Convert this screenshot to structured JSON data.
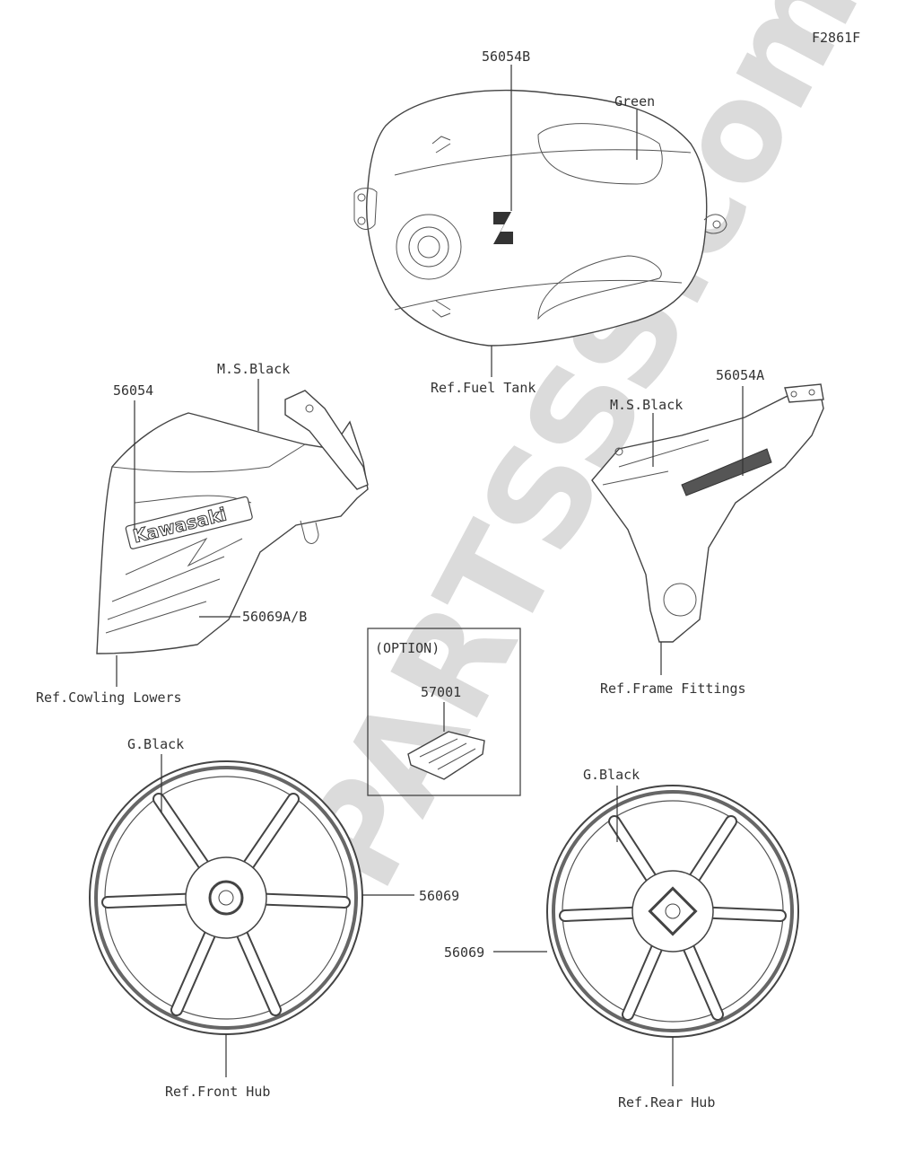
{
  "diagram_code": "F2861F",
  "watermark": "PARTSSS.com",
  "fuel_tank": {
    "part_no": "56054B",
    "color": "Green",
    "ref": "Ref.Fuel Tank"
  },
  "cowling": {
    "part_no": "56054",
    "color": "M.S.Black",
    "stripe_part_no": "56069A/B",
    "ref": "Ref.Cowling Lowers",
    "logo_text": "Kawasaki"
  },
  "frame_cover": {
    "part_no": "56054A",
    "color": "M.S.Black",
    "ref": "Ref.Frame Fittings"
  },
  "option_box": {
    "title": "(OPTION)",
    "part_no": "57001"
  },
  "front_wheel": {
    "color": "G.Black",
    "part_no": "56069",
    "ref": "Ref.Front Hub"
  },
  "rear_wheel": {
    "color": "G.Black",
    "part_no": "56069",
    "ref": "Ref.Rear Hub"
  }
}
